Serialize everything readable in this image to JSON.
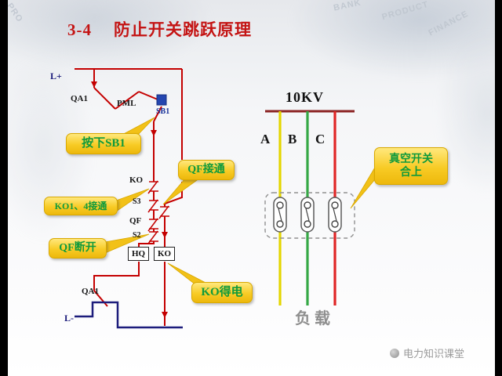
{
  "slide": {
    "title_num": "3-4",
    "title_text": "防止开关跳跃原理",
    "watermark": "电力知识课堂"
  },
  "background_words": {
    "w1": "BANK",
    "w2": "PRODUCT",
    "w3": "FINANCE",
    "w4": "PRO"
  },
  "circuit": {
    "l_plus": "L+",
    "qa1_top": "QA1",
    "pml": "PML",
    "sb1": "SB1",
    "ko_contact": "KO",
    "s3": "S3",
    "qf_contact": "QF",
    "s2": "S2",
    "hq_coil": "HQ",
    "ko_coil": "KO",
    "qa1_bottom": "QA1",
    "l_minus": "L-",
    "callouts": {
      "press_sb1": "按下SB1",
      "ko14_on": "KO1、4接通",
      "qf_off": "QF断开",
      "qf_on": "QF接通",
      "ko_energized": "KO得电"
    }
  },
  "power": {
    "voltage": "10KV",
    "phase_a": "A",
    "phase_b": "B",
    "phase_c": "C",
    "load": "负载",
    "vacuum_callout_line1": "真空开关",
    "vacuum_callout_line2": "合上"
  },
  "colors": {
    "title_red": "#c41414",
    "circuit_red": "#c40000",
    "rail_navy": "#1d1d7c",
    "phase_a_yellow": "#e4d600",
    "phase_b_green": "#35a845",
    "phase_c_red": "#e02525",
    "callout_gold": "#f5c518",
    "callout_text_green": "#0f9a3c"
  }
}
